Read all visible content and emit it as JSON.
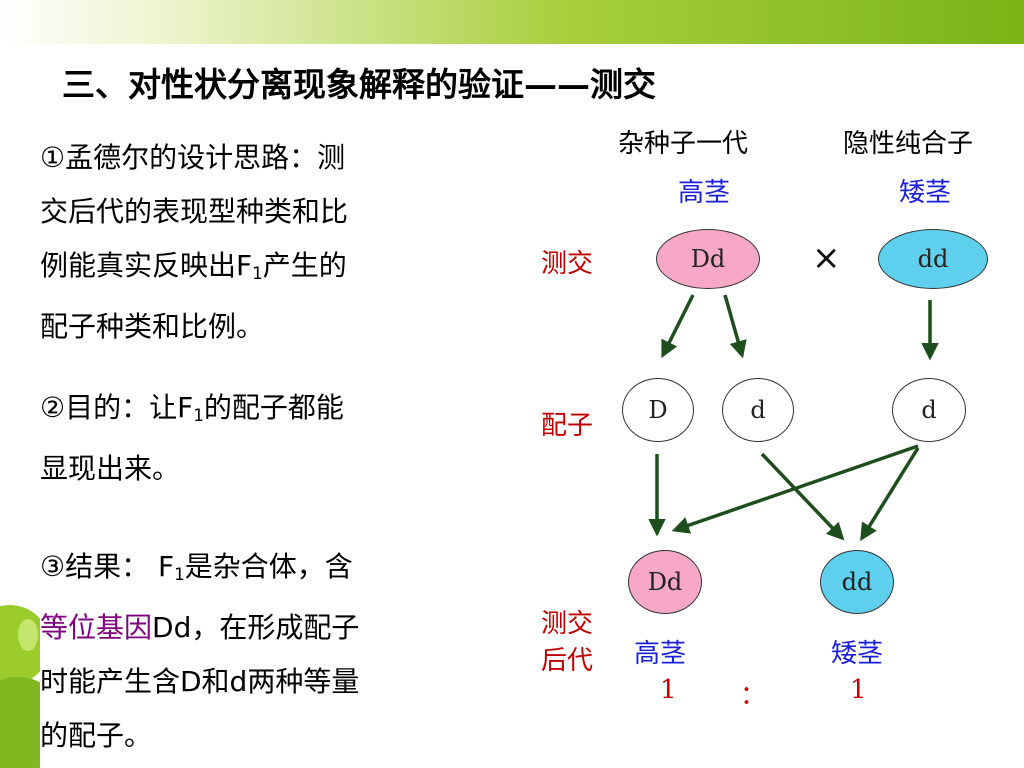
{
  "title": "三、对性状分离现象解释的验证——测交",
  "explanation": {
    "p1": {
      "pre": "①孟德尔的设计思路：测",
      "line2": "交后代的表现型种类和比",
      "line3a": "例能真实反映出F",
      "sub": "1",
      "line3b": "产生的",
      "line4": "配子种类和比例。"
    },
    "p2": {
      "line1a": "②目的：让F",
      "sub": "1",
      "line1b": "的配子都能",
      "line2": "显现出来。"
    },
    "p3": {
      "line1a": "③结果： F",
      "sub": "1",
      "line1b": "是杂合体，含",
      "highlight": "等位基因",
      "line2b": "Dd，在形成配子",
      "line3": "时能产生含D和d两种等量",
      "line4": "的配子。"
    }
  },
  "diagram": {
    "header_hybrid": "杂种子一代",
    "header_recessive": "隐性纯合子",
    "phenotype_tall": "高茎",
    "phenotype_dwarf": "矮茎",
    "row_testcross": "测交",
    "row_gametes": "配子",
    "row_offspring_1": "测交",
    "row_offspring_2": "后代",
    "parent1": "Dd",
    "parent2": "dd",
    "cross_sign": "×",
    "gamete1": "D",
    "gamete2": "d",
    "gamete3": "d",
    "offspring1": "Dd",
    "offspring2": "dd",
    "offspring_tall": "高茎",
    "offspring_dwarf": "矮茎",
    "ratio_left": "1",
    "ratio_sep": "：",
    "ratio_right": "1"
  },
  "colors": {
    "red_label": "#c00000",
    "blue_label": "#1a20d8",
    "pink_cell": "#f7a8c6",
    "cyan_cell": "#5ed0ee",
    "arrow": "#1e4d1e",
    "accent_green": "#79b417",
    "highlight": "#800080"
  }
}
